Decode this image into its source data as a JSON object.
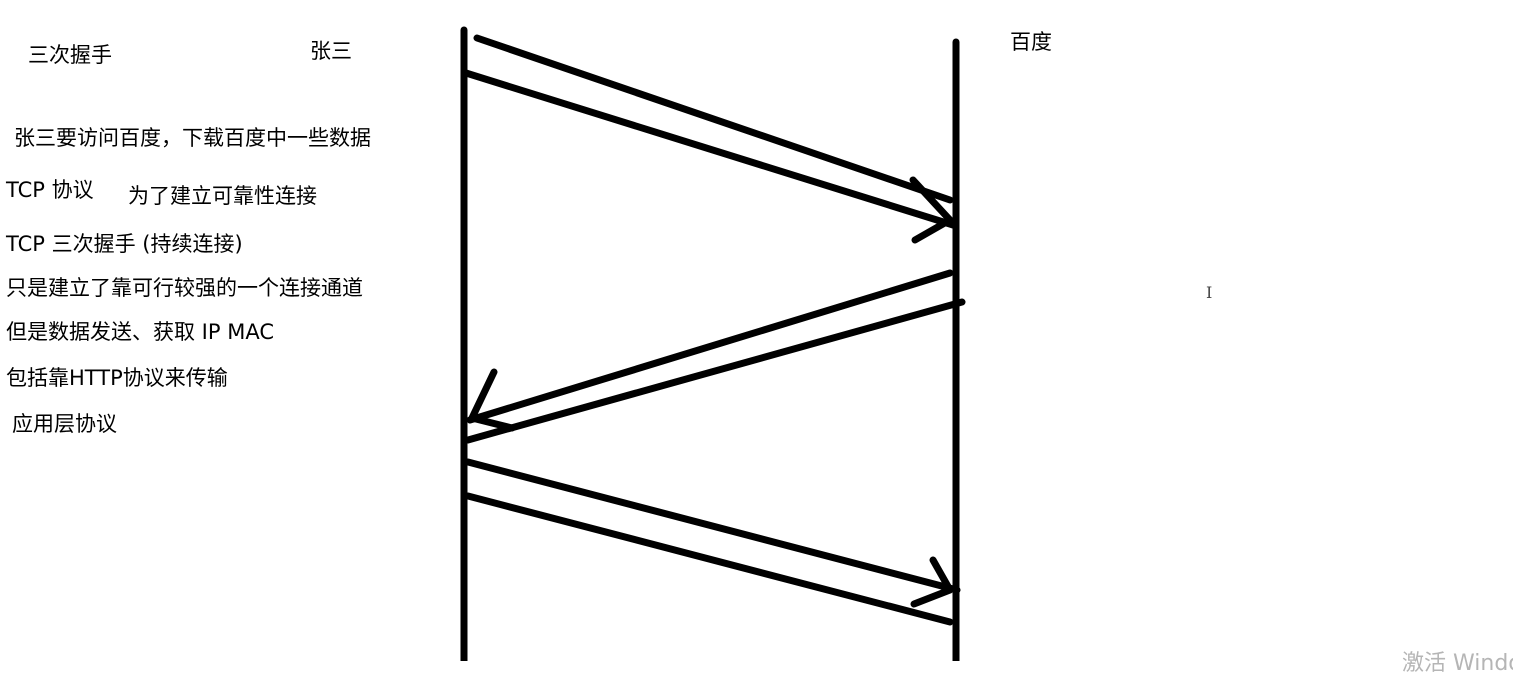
{
  "title": "三次握手",
  "participants": {
    "left": "张三",
    "right": "百度"
  },
  "notes": [
    "张三要访问百度，下载百度中一些数据",
    "TCP 协议",
    "为了建立可靠性连接",
    "TCP 三次握手 (持续连接)",
    "只是建立了靠可行较强的一个连接通道",
    "但是数据发送、获取 IP MAC",
    "包括靠HTTP协议来传输",
    "应用层协议"
  ],
  "cursor_glyph": "I",
  "watermark": "激活 Windo"
}
